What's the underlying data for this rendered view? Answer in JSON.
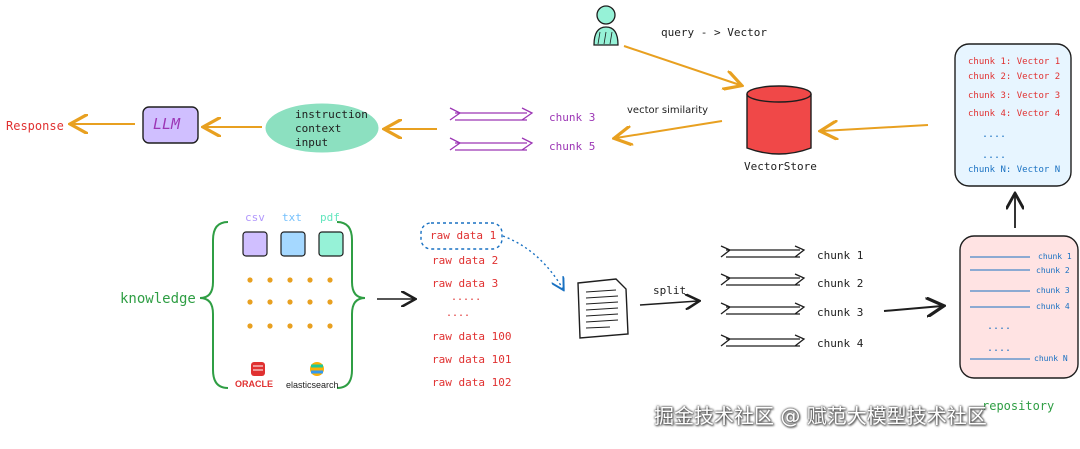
{
  "labels": {
    "response": "Response",
    "llm": "LLM",
    "prompt": [
      "instruction",
      "context",
      "input"
    ],
    "retrieved": [
      "chunk 3",
      "chunk 5"
    ],
    "vector_similarity": "vector similarity",
    "query_vector": "query - > Vector",
    "vectorstore": "VectorStore",
    "store_items": [
      "chunk 1: Vector 1",
      "chunk 2: Vector 2",
      "chunk 3: Vector 3",
      "chunk 4: Vector 4",
      "....",
      "....",
      "chunk N: Vector N"
    ],
    "knowledge": "knowledge",
    "file_types": [
      "csv",
      "txt",
      "pdf"
    ],
    "oracle": "ORACLE",
    "elasticsearch": "elasticsearch",
    "raw_data": [
      "raw data 1",
      "raw data 2",
      "raw data 3",
      ".....",
      "....",
      "raw data 100",
      "raw data 101",
      "raw data 102"
    ],
    "split": "split",
    "split_chunks": [
      "chunk 1",
      "chunk 2",
      "chunk 3",
      "chunk 4"
    ],
    "repo_items": [
      "chunk 1",
      "chunk 2",
      "chunk 3",
      "chunk 4",
      "....",
      "....",
      "chunk N"
    ],
    "repo_title": "repository",
    "watermark": "掘金技术社区 @ 赋范大模型技术社区"
  },
  "colors": {
    "arrow_orange": "#e8a020",
    "red_text": "#e03131",
    "purple": "#9c36b5",
    "llm_fill": "#d0bfff",
    "prompt_fill": "#8ce0c0",
    "cylinder_fill": "#f04848",
    "store_fill": "#e7f5ff",
    "repo_fill": "#ffe3e3",
    "knowledge_green": "#2f9e44",
    "csv_fill": "#d0bfff",
    "txt_fill": "#a5d8ff",
    "pdf_fill": "#96f2d7",
    "dot_orange": "#e8a020"
  },
  "icons": [
    "user-icon",
    "database-icon",
    "document-icon",
    "oracle-icon",
    "elasticsearch-icon"
  ]
}
